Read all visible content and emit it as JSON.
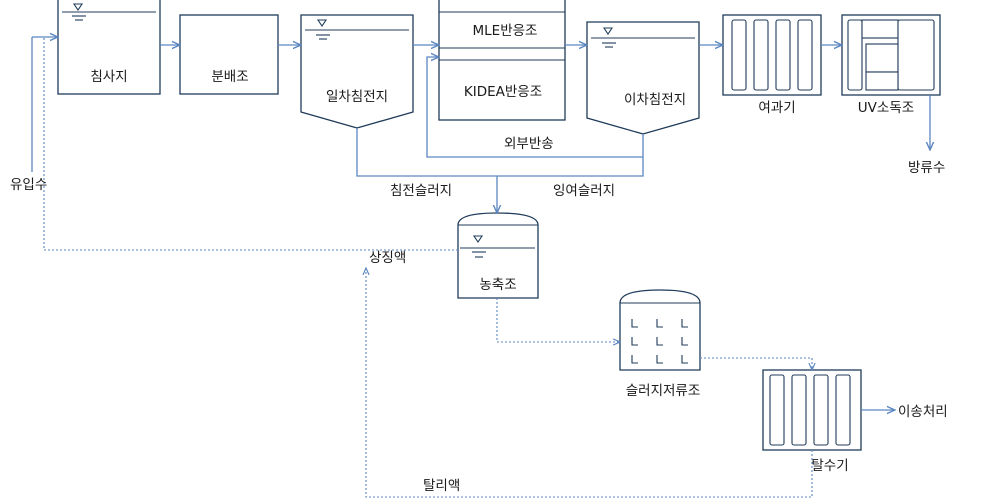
{
  "labels": {
    "grit_chamber": "침사지",
    "distribution_tank": "분배조",
    "primary_clarifier": "일차침전지",
    "mle_reactor": "MLE반응조",
    "kidea_reactor": "KIDEA반응조",
    "secondary_clarifier": "이차침전지",
    "filter": "여과기",
    "uv_disinfection": "UV소독조",
    "influent": "유입수",
    "effluent": "방류수",
    "external_return": "외부반송",
    "primary_sludge": "침전슬러지",
    "excess_sludge": "잉여슬러지",
    "thickener": "농축조",
    "supernatant": "상징액",
    "sludge_storage": "슬러지저류조",
    "dewatering": "탈수기",
    "transport": "이송처리",
    "filtrate": "탈리액"
  }
}
